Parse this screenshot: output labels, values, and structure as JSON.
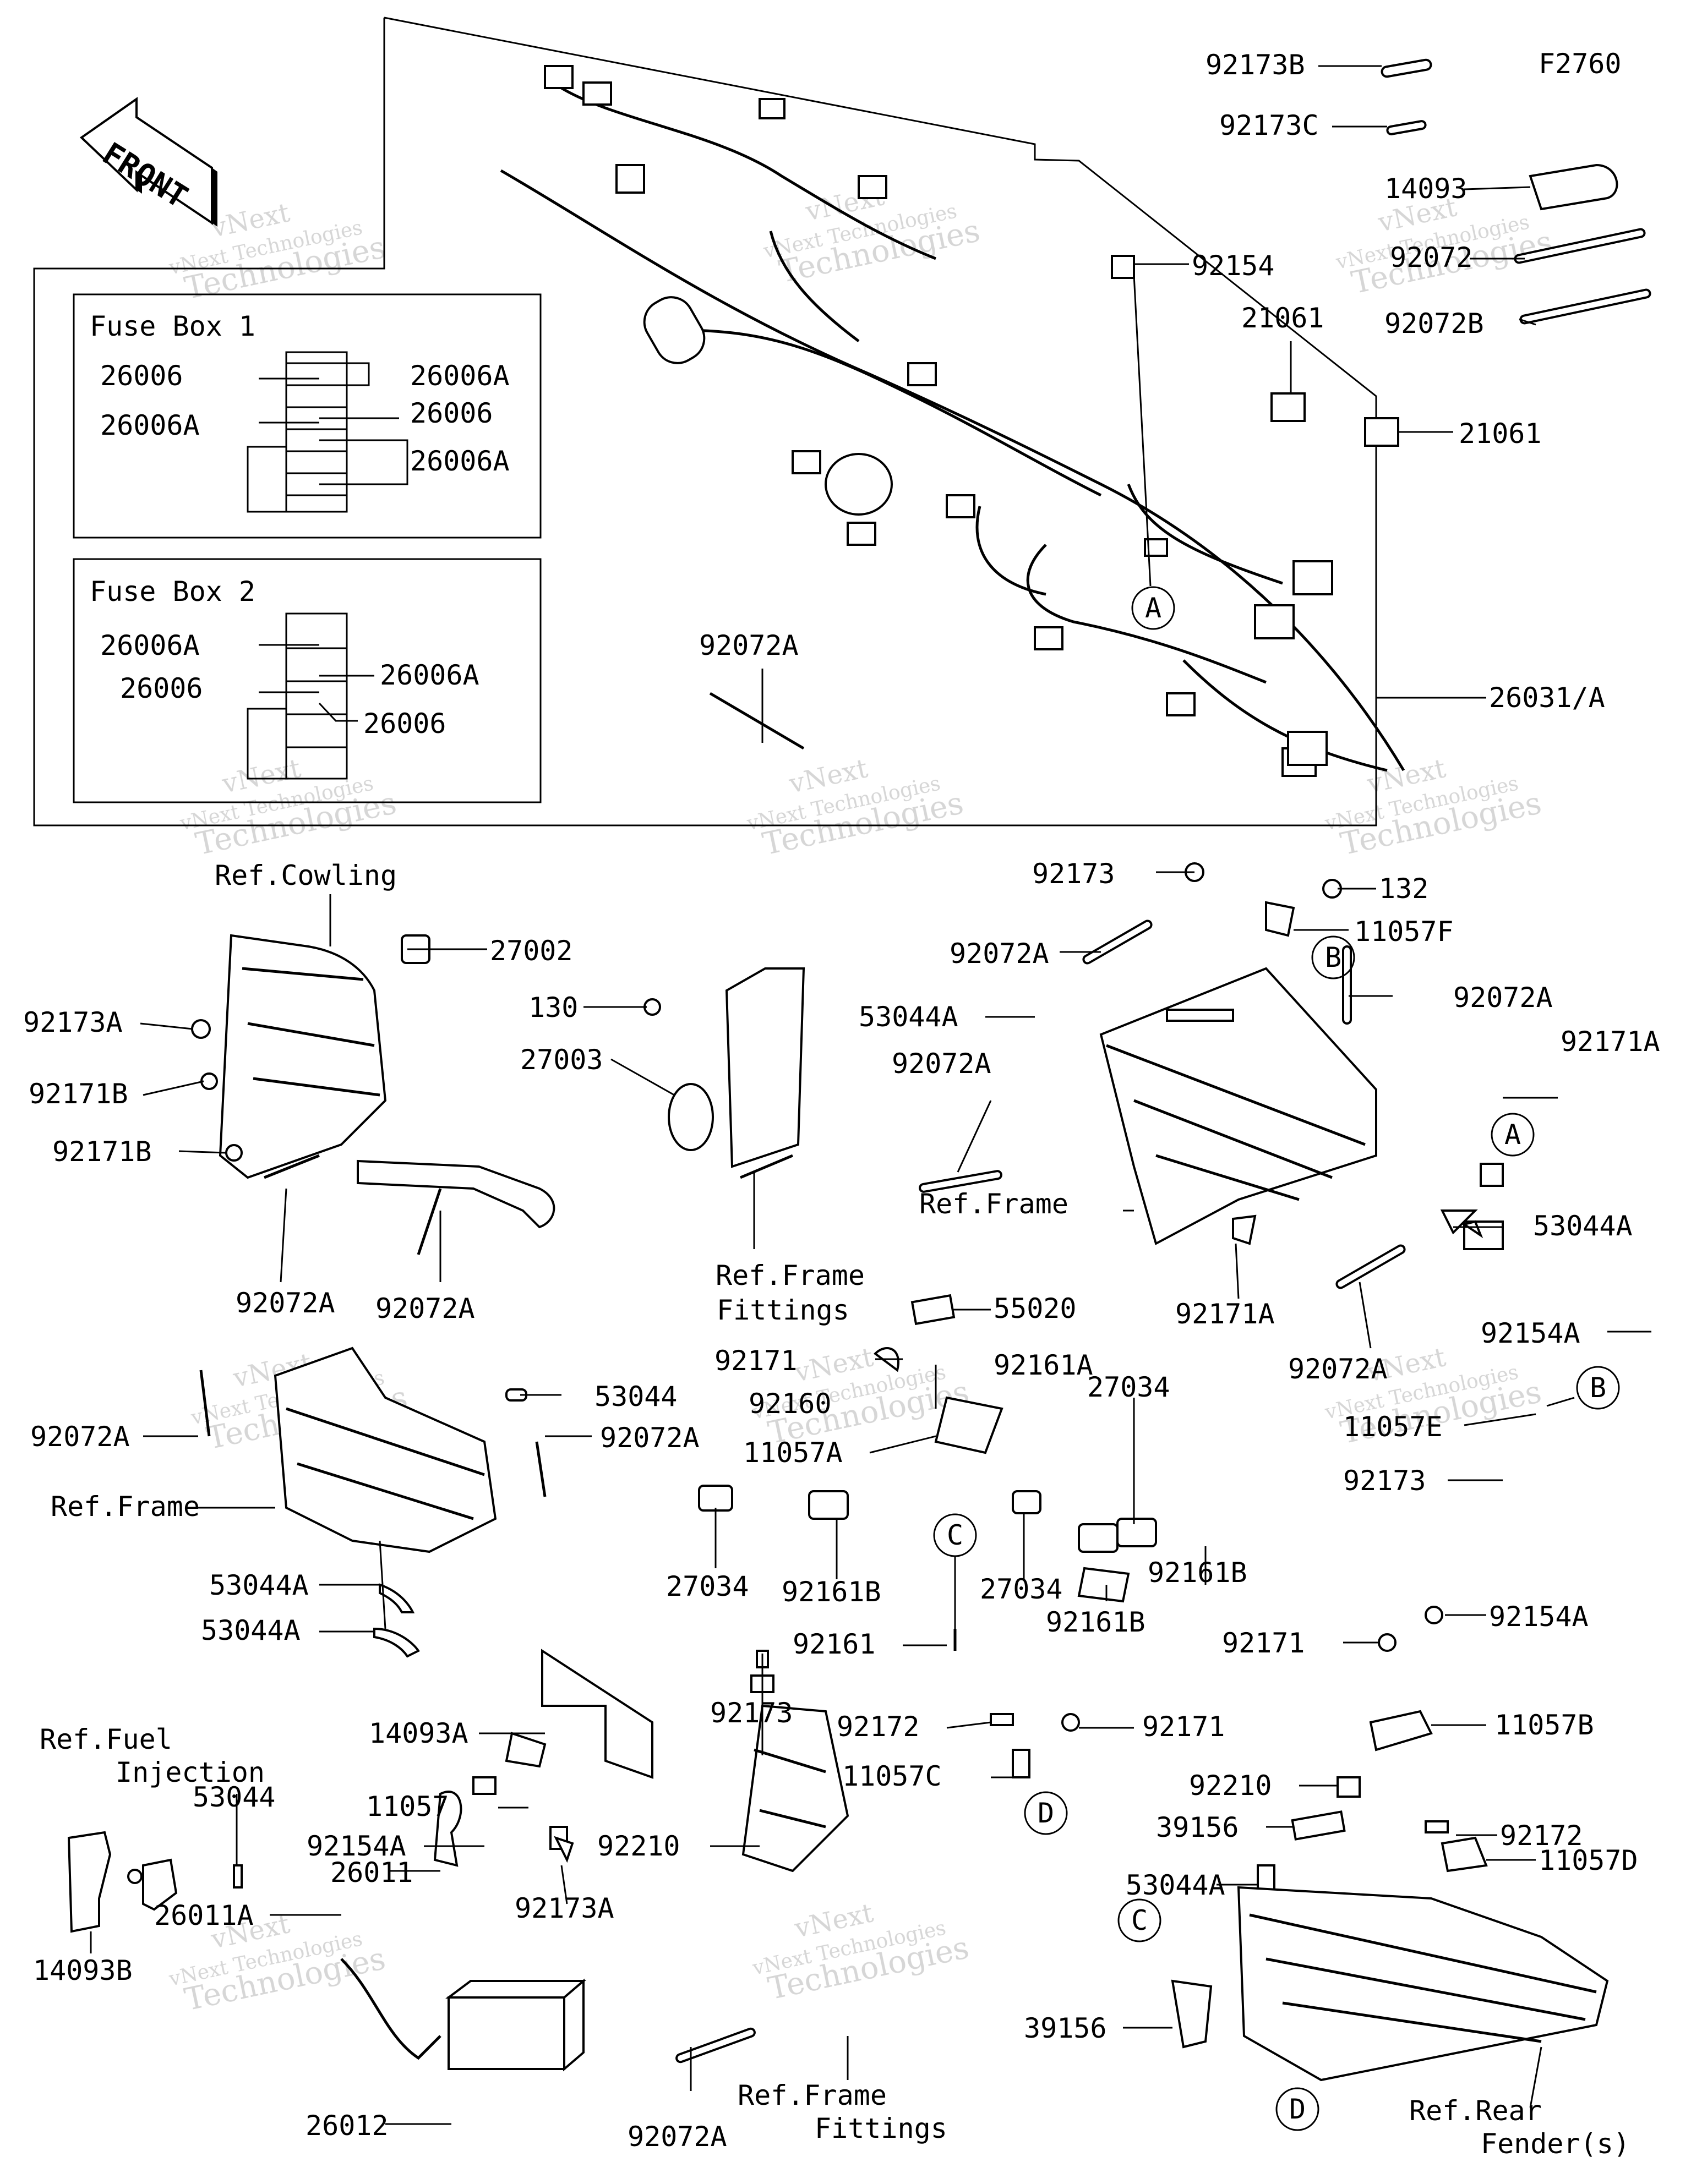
{
  "diagram_code": "F2760",
  "front_arrow_label": "FRONT",
  "fuse_box_1": {
    "title": "Fuse Box 1",
    "labels": [
      "26006",
      "26006A",
      "26006A",
      "26006",
      "26006A"
    ]
  },
  "fuse_box_2": {
    "title": "Fuse Box 2",
    "labels": [
      "26006A",
      "26006",
      "26006A",
      "26006"
    ]
  },
  "callouts": [
    "A",
    "A",
    "B",
    "B",
    "C",
    "C",
    "D",
    "D"
  ],
  "part_labels": [
    "92173B",
    "92173C",
    "14093",
    "92072",
    "92072B",
    "92154",
    "21061",
    "21061",
    "26031/A",
    "92072A",
    "92173",
    "132",
    "11057F",
    "92072A",
    "92072A",
    "92171A",
    "53044A",
    "92072A",
    "53044A",
    "92171A",
    "92072A",
    "92173A",
    "27002",
    "92171B",
    "92171B",
    "92072A",
    "92072A",
    "130",
    "27003",
    "55020",
    "92171",
    "92160",
    "92161A",
    "27034",
    "11057A",
    "27034",
    "92161B",
    "27034",
    "92161B",
    "92161B",
    "92161",
    "92154A",
    "11057E",
    "92173",
    "92072A",
    "53044",
    "92072A",
    "53044A",
    "53044A",
    "53044",
    "14093B",
    "14093A",
    "11057",
    "92154A",
    "92173A",
    "92210",
    "92173",
    "26011",
    "26011A",
    "26012",
    "92072A",
    "92172",
    "92171",
    "11057C",
    "92171",
    "92154A",
    "11057B",
    "92210",
    "39156",
    "92172",
    "53044A",
    "11057D",
    "39156"
  ],
  "reference_labels": [
    "Ref.Cowling",
    "Ref.Frame",
    "Fittings",
    "Ref.Frame",
    "Ref.Frame",
    "Ref.Fuel",
    "Injection",
    "Ref.Frame",
    "Fittings",
    "Ref.Rear",
    "Fender(s)"
  ],
  "watermark": {
    "line1": "vNext",
    "line2": "vNext Technologies",
    "line3": "Technologies"
  }
}
